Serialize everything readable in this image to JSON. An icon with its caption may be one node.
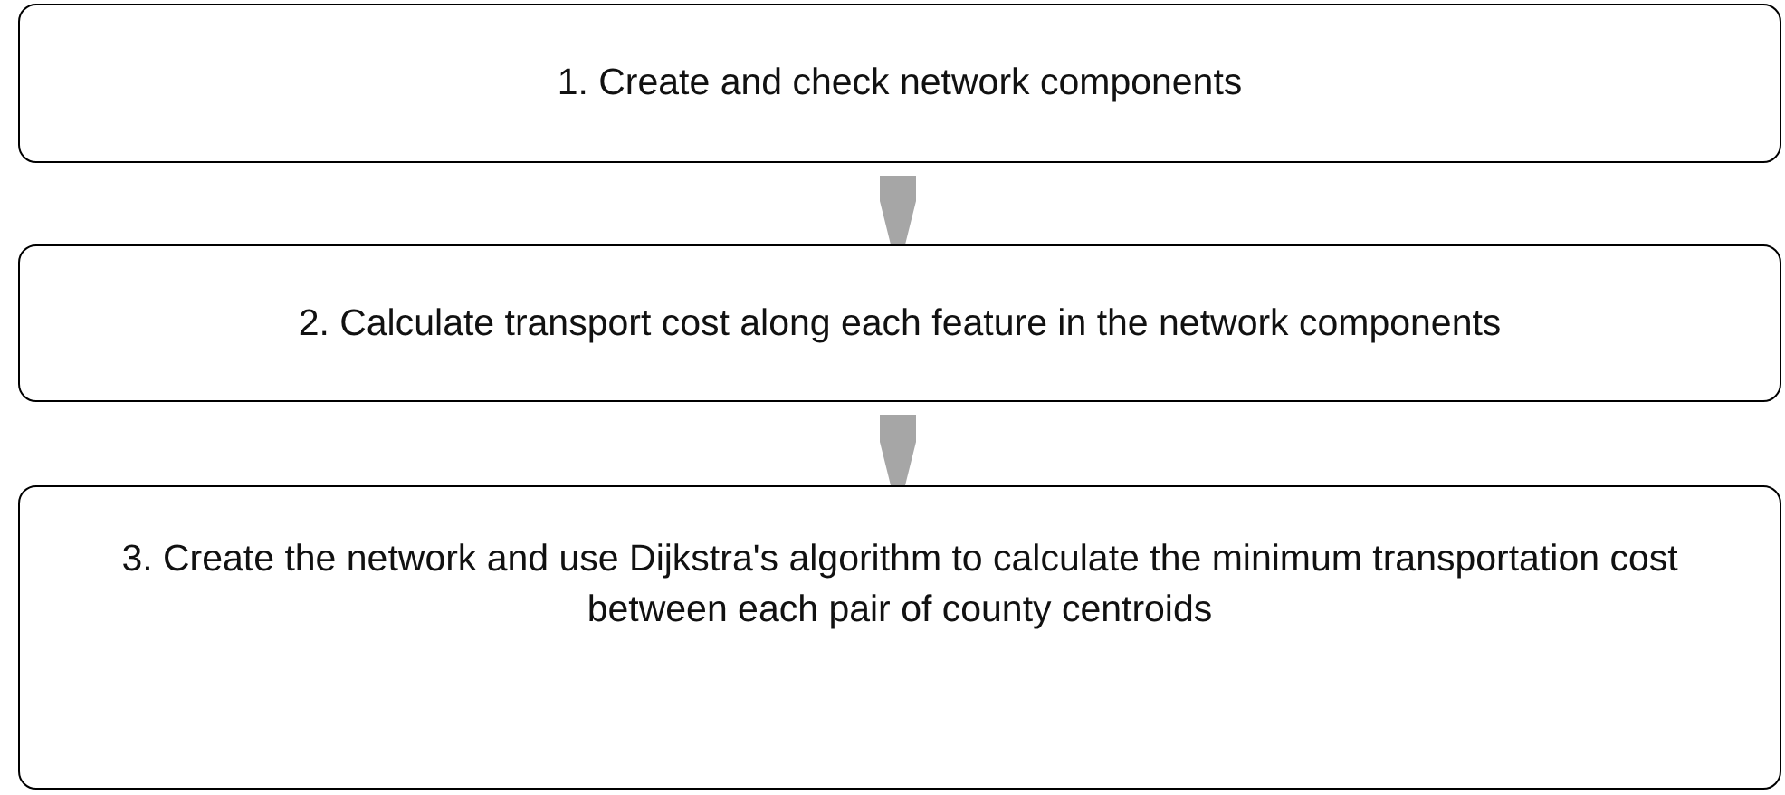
{
  "diagram": {
    "nodes": [
      {
        "text": [
          "1. Create and check network components"
        ]
      },
      {
        "text": [
          "2. Calculate transport cost along each feature in the network components"
        ]
      },
      {
        "text": [
          "3. Create the network and use Dijkstra's algorithm to calculate the minimum transportation cost between each pair of county centroids"
        ]
      }
    ],
    "edges": [
      {
        "from": 0,
        "to": 1,
        "arrow": "to"
      },
      {
        "from": 1,
        "to": 2,
        "arrow": "to"
      }
    ]
  }
}
